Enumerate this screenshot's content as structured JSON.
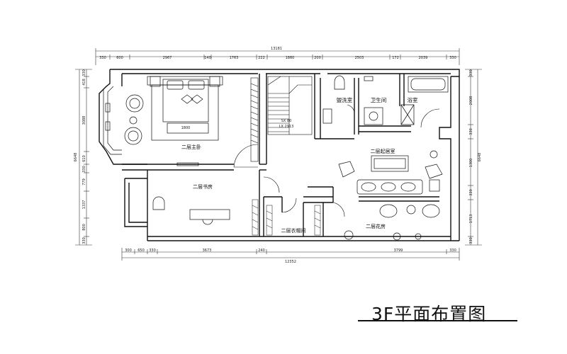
{
  "title": "3F平面布置图",
  "top_dimensions": {
    "overall": "13181",
    "segments": [
      "330",
      "600",
      "2967",
      "140",
      "1763",
      "222",
      "1860",
      "200",
      "2503",
      "172",
      "2039",
      "330"
    ]
  },
  "bottom_dimensions": {
    "overall": "12352",
    "segments": [
      "300",
      "650",
      "330",
      "3673",
      "240",
      "3799",
      "330"
    ]
  },
  "left_dimensions": {
    "overall": "6648",
    "segments": [
      "330",
      "418",
      "3088",
      "610",
      "330",
      "779",
      "1337",
      "800",
      "330"
    ]
  },
  "right_dimensions": {
    "overall": "6648",
    "segments": [
      "330",
      "2008",
      "330",
      "1300",
      "330",
      "1713",
      "330"
    ]
  },
  "rooms": {
    "master_bedroom": "二层主卧",
    "study": "二层书房",
    "closet": "二层衣帽间",
    "sunroom": "二层花房",
    "living": "二层起居室",
    "wash": "盥洗室",
    "wc": "卫生间",
    "bath": "浴室"
  },
  "labels": {
    "bed_width": "1800",
    "stair_lines": [
      "SX 80",
      "LX 2913"
    ]
  }
}
